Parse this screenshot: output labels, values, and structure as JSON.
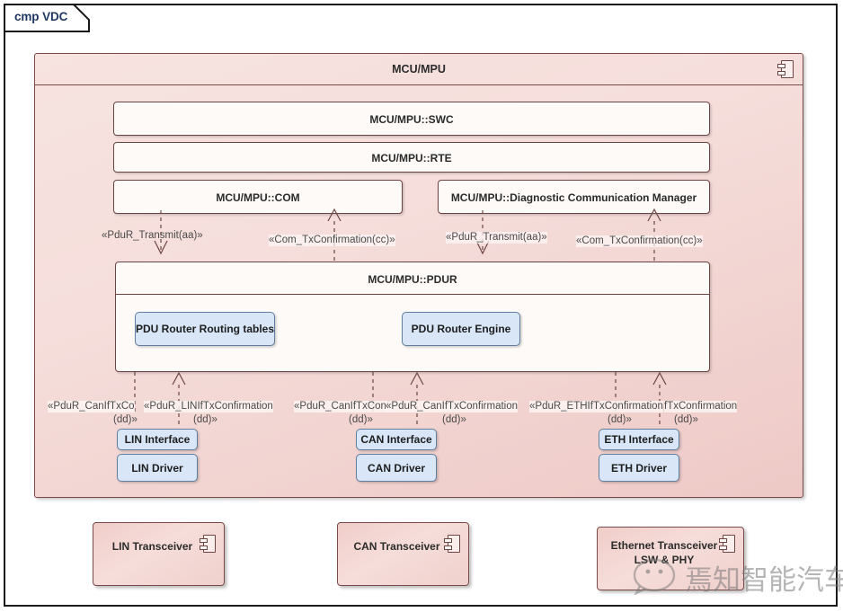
{
  "frame": {
    "tab_label": "cmp VDC"
  },
  "outer_component": {
    "name": "MCU/MPU",
    "icon": "component-icon"
  },
  "layers": [
    {
      "id": "swc",
      "label": "MCU/MPU::SWC"
    },
    {
      "id": "rte",
      "label": "MCU/MPU::RTE"
    },
    {
      "id": "com",
      "label": "MCU/MPU::COM"
    },
    {
      "id": "dcm",
      "label": "MCU/MPU::Diagnostic Communication Manager"
    },
    {
      "id": "pdur",
      "label": "MCU/MPU::PDUR"
    }
  ],
  "pdur_children": [
    {
      "id": "routing-tables",
      "label": "PDU Router Routing tables"
    },
    {
      "id": "router-engine",
      "label": "PDU Router Engine"
    }
  ],
  "upper_connectors": [
    {
      "id": "com-transmit",
      "label": "«PduR_Transmit(aa)»",
      "direction": "down"
    },
    {
      "id": "com-txconf",
      "label": "«Com_TxConfirmation(cc)»",
      "direction": "up"
    },
    {
      "id": "dcm-transmit",
      "label": "«PduR_Transmit(aa)»",
      "direction": "down"
    },
    {
      "id": "dcm-txconf",
      "label": "«Com_TxConfirmation(cc)»",
      "direction": "up"
    }
  ],
  "bus_groups": [
    {
      "id": "lin",
      "left_label": "«PduR_CanIfTxCo",
      "left_label_second": "(dd)»",
      "right_label": "«PduR_LINIfTxConfirmation",
      "right_label_second": "(dd)»",
      "interface": "LIN Interface",
      "driver": "LIN Driver"
    },
    {
      "id": "can",
      "left_label": "«PduR_CanIfTxConf",
      "left_label_second": "(dd)»",
      "right_label": "«PduR_CanIfTxConfirmation",
      "right_label_second": "(dd)»",
      "interface": "CAN Interface",
      "driver": "CAN Driver"
    },
    {
      "id": "eth",
      "left_label": "«PduR_ETHIfTxConfirmation",
      "left_label_second": "(dd)»",
      "right_label": "fTxConfirmation",
      "right_label_second": "(dd)»",
      "interface": "ETH Interface",
      "driver": "ETH Driver"
    }
  ],
  "transceivers": [
    {
      "id": "lin-transceiver",
      "label": "LIN Transceiver",
      "label2": ""
    },
    {
      "id": "can-transceiver",
      "label": "CAN Transceiver",
      "label2": ""
    },
    {
      "id": "eth-transceiver",
      "label": "Ethernet Transceiver",
      "label2": "LSW & PHY"
    }
  ],
  "watermark": {
    "text": "焉知智能汽车"
  },
  "colors": {
    "component_fill": "#f3d9d5",
    "component_border": "#7a4a48",
    "layer_fill": "#fdfaf7",
    "blue_fill": "#d8e6f7",
    "blue_border": "#5f7ea0",
    "title_text": "#1f3864"
  }
}
